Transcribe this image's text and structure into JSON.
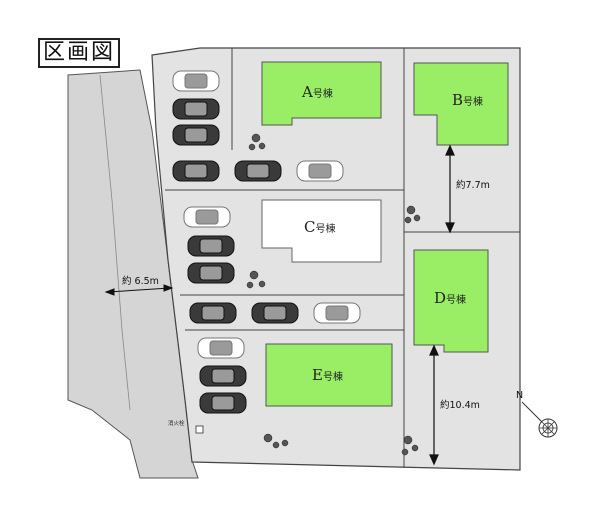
{
  "title": "区画図",
  "buildings": [
    {
      "id": "A",
      "letter": "A",
      "suffix": "号棟",
      "color": "#99ee66"
    },
    {
      "id": "B",
      "letter": "B",
      "suffix": "号棟",
      "color": "#99ee66"
    },
    {
      "id": "C",
      "letter": "C",
      "suffix": "号棟",
      "color": "#ffffff"
    },
    {
      "id": "D",
      "letter": "D",
      "suffix": "号棟",
      "color": "#99ee66"
    },
    {
      "id": "E",
      "letter": "E",
      "suffix": "号棟",
      "color": "#99ee66"
    }
  ],
  "dimensions": {
    "road_width": "約 6.5m",
    "b_gap": "約7.7m",
    "d_gap": "約10.4m"
  },
  "facility_label": "消火栓",
  "compass": {
    "label": "N"
  },
  "colors": {
    "road": "#d5d5d5",
    "lot": "#e3e3e3",
    "line": "#444444",
    "car_dark": "#3a3a3a"
  }
}
